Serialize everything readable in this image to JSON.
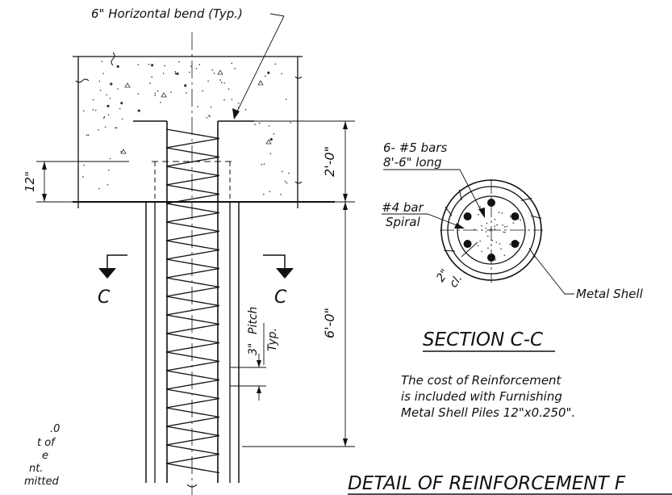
{
  "labels": {
    "horizontal_bend": "6\" Horizontal bend (Typ.)",
    "dim_12": "12\"",
    "dim_2_0": "2'-0\"",
    "dim_6_0": "6'-0\"",
    "pitch_num": "3\"",
    "pitch_word": "Pitch",
    "pitch_typ": "Typ.",
    "section_marker_left": "C",
    "section_marker_right": "C",
    "bars_line1": "6- #5 bars",
    "bars_line2": "8'-6\" long",
    "spiral_line1": "#4 bar",
    "spiral_line2": "Spiral",
    "cover_2": "2\"",
    "cover_cl": "cl.",
    "metal_shell": "Metal Shell",
    "section_title": "SECTION C-C",
    "note_line1": "The cost of Reinforcement",
    "note_line2": "is included with Furnishing",
    "note_line3": "Metal Shell Piles 12\"x0.250\".",
    "left_note_line1": ".0",
    "left_note_line2": "t of",
    "left_note_line3": "e",
    "left_note_line4": "nt.",
    "left_note_line5": "mitted",
    "detail_title": "DETAIL OF REINFORCEMENT F"
  },
  "colors": {
    "line": "#111111",
    "background": "#ffffff"
  },
  "icons": {
    "section_arrow": "down-arrow-icon"
  }
}
